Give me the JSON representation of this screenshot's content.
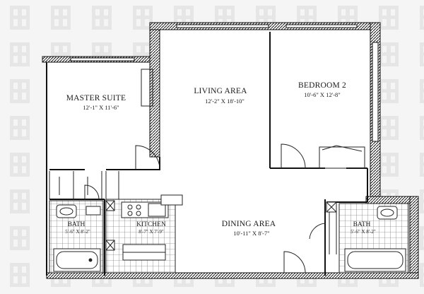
{
  "rooms": {
    "master_suite": {
      "name": "MASTER SUITE",
      "dims": "12'-1\" X 11'-6\""
    },
    "living_area": {
      "name": "LIVING AREA",
      "dims": "12'-2\" X 18'-10\""
    },
    "bedroom_2": {
      "name": "BEDROOM 2",
      "dims": "10'-6\" X 12'-8\""
    },
    "dining_area": {
      "name": "DINING AREA",
      "dims": "10'-11\" X 8'-7\""
    },
    "kitchen": {
      "name": "KITCHEN",
      "dims": "8'-7\" X 7'-9\""
    },
    "bath_left": {
      "name": "BATH",
      "dims": "5'-6\" X 8'-2\""
    },
    "bath_right": {
      "name": "BATH",
      "dims": "5'-6\" X 8'-2\""
    }
  },
  "colors": {
    "background": "#f5f5f5",
    "watermark": "#e4e4e4",
    "wall": "#1a1a1a",
    "line": "#222222"
  }
}
